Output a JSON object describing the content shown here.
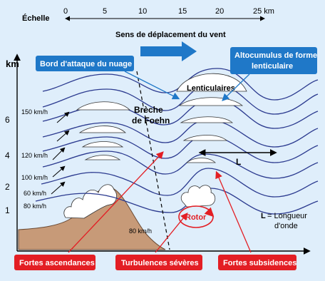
{
  "colors": {
    "background": "#dfeefb",
    "wave": "#2b3a8f",
    "callout_blue": "#1f78c8",
    "callout_red": "#e31e24",
    "mountain": "#c79a78",
    "ground": "#a97b57"
  },
  "scale": {
    "label": "Échelle",
    "ticks": [
      "0",
      "5",
      "10",
      "15",
      "20",
      "25 km"
    ]
  },
  "wind": {
    "direction_label": "Sens de déplacement du vent"
  },
  "altitude": {
    "unit": "km",
    "ticks": [
      "6",
      "4",
      "2",
      "1"
    ]
  },
  "speeds": [
    "150 km/h",
    "120 km/h",
    "100 km/h",
    "60 km/h",
    "80 km/h",
    "80 km/h"
  ],
  "labels": {
    "bord_attaque": "Bord d'attaque du nuage",
    "altocumulus": "Altocumulus de forme lenticulaire",
    "lenticulaires": "Lenticulaires",
    "breche": "Brèche de Foehn",
    "wavelength_symbol": "L",
    "legend_symbol": "L",
    "legend_text": "= Longueur d'onde",
    "rotor": "Rotor",
    "fortes_ascendances": "Fortes ascendances",
    "turbulences": "Turbulences sévères",
    "fortes_subsidences": "Fortes subsidences"
  }
}
